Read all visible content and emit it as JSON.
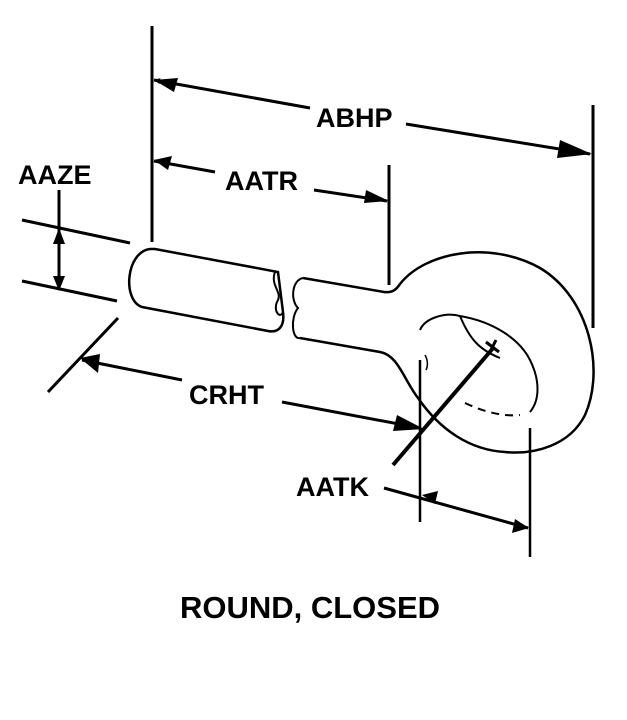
{
  "diagram": {
    "subject": "eye bolt",
    "caption": "ROUND, CLOSED",
    "dimensions": {
      "abhp": "ABHP",
      "aatr": "AATR",
      "aaze": "AAZE",
      "crht": "CRHT",
      "aatk": "AATK"
    },
    "colors": {
      "ink": "#000000",
      "background": "#ffffff"
    }
  }
}
